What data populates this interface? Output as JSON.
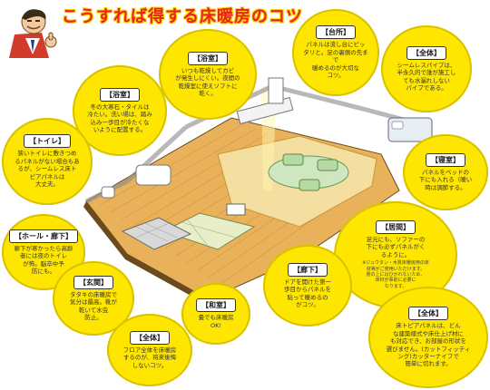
{
  "title": "こうすれば得する床暖房のコツ",
  "colors": {
    "bubble": "#ffe600",
    "title": "#e8231a",
    "title_outline": "#ffd400",
    "floor": "#e9b25a",
    "outline": "#555555"
  },
  "callouts": [
    {
      "label": "【浴室】",
      "text": "いつも乾燥してカビ\nが発生しにくい。夜間の\n乾燥室に使えソフトに\n乾く。"
    },
    {
      "label": "【台所】",
      "text": "パネルは流し台にピッ\nタリと。足の裏側の先まで\n暖めるのが大切な\nコツ。"
    },
    {
      "label": "【全体】",
      "text": "シームレスパイプは、\n半永久的で誰が施工し\nても水漏れしない\nパイプである。"
    },
    {
      "label": "【浴室】",
      "text": "冬の大寒石・タイルは\n冷たい。洗い場は、踏み\n込み一歩目が冷たくな\nいように配置する。"
    },
    {
      "label": "【トイレ】",
      "text": "狭いトイレに敷きつめ\nるパネルがない場合もあ\nるが、シームレス床ト\nピアパネルは\n大丈夫。"
    },
    {
      "label": "【寝室】",
      "text": "パネルをベッドの\n下にも入れる（暖い\n時は調節する。"
    },
    {
      "label": "【ホール・廊下】",
      "text": "廊下が寒かったら高齢\n者には夜のトイレ\nが怖。脳卒中予\n防にも。"
    },
    {
      "label": "【居間】",
      "text": "足元にも、ソファーの\n下にも必ずパネルがく\nるように。",
      "note": "※ジュウタン・木質床暖房用の床\n材等がご使用いただけます。\n畳の上にはひかれないため、\n床材が事前に必要に\nなります。"
    },
    {
      "label": "【玄関】",
      "text": "タタキの床暖房で\n気分は最高。靴が\n乾いて水虫\n防止。"
    },
    {
      "label": "【廊下】",
      "text": "ドアを開けた第一\n歩目からパネルを\n貼って暖めるの\nがコツ。"
    },
    {
      "label": "【和室】",
      "text": "畳でも床暖房\nOK!"
    },
    {
      "label": "【全体】",
      "text": "フロア全体を床暖房\nするのが、将来後悔\nしないコツ。"
    },
    {
      "label": "【全体】",
      "text": "床トピアパネルは、どん\nな建築様式や床仕上げ材に\nも対応でき、お部屋の形状を\n選びません。(カットフィッティ\nング)カッターナイフで\n簡単に切れます。"
    }
  ]
}
